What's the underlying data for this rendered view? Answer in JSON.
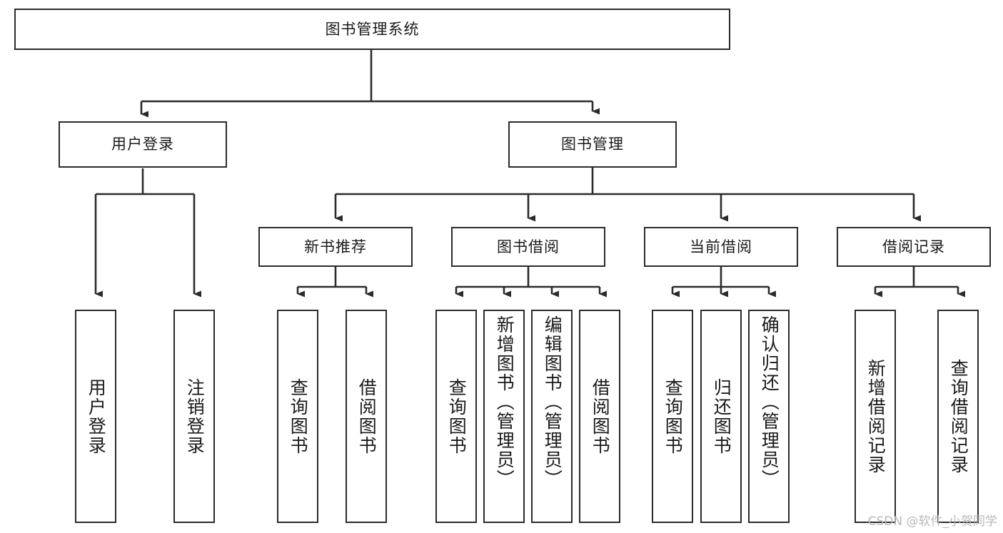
{
  "diagram": {
    "type": "tree",
    "title": "图书管理系统",
    "orientation": "top-down",
    "watermark": "CSDN @软件_小贺同学",
    "colors": {
      "stroke": "#2b2b2b",
      "fill": "#ffffff",
      "text": "#1a1a1a",
      "watermark": "#b9b9b9"
    },
    "nodes": {
      "root": {
        "label": "图书管理系统",
        "level": 1
      },
      "user_login": {
        "label": "用户登录",
        "level": 2
      },
      "book_manage": {
        "label": "图书管理",
        "level": 2
      },
      "new_book_rec": {
        "label": "新书推荐",
        "level": 3
      },
      "book_borrow": {
        "label": "图书借阅",
        "level": 3
      },
      "current_borrow": {
        "label": "当前借阅",
        "level": 3
      },
      "borrow_record": {
        "label": "借阅记录",
        "level": 3
      },
      "leaf_user_login": {
        "label": "用户登录",
        "level": 4
      },
      "leaf_logout": {
        "label": "注销登录",
        "level": 4
      },
      "leaf_query_book_1": {
        "label": "查询图书",
        "level": 4
      },
      "leaf_borrow_book_1": {
        "label": "借阅图书",
        "level": 4
      },
      "leaf_query_book_2": {
        "label": "查询图书",
        "level": 4
      },
      "leaf_add_book": {
        "label": "新增图书（管理员）",
        "level": 4
      },
      "leaf_edit_book": {
        "label": "编辑图书（管理员）",
        "level": 4
      },
      "leaf_borrow_book_2": {
        "label": "借阅图书",
        "level": 4
      },
      "leaf_query_book_3": {
        "label": "查询图书",
        "level": 4
      },
      "leaf_return_book": {
        "label": "归还图书",
        "level": 4
      },
      "leaf_confirm_return": {
        "label": "确认归还（管理员）",
        "level": 4
      },
      "leaf_add_record": {
        "label": "新增借阅记录",
        "level": 4
      },
      "leaf_query_record": {
        "label": "查询借阅记录",
        "level": 4
      }
    },
    "edges": [
      {
        "from": "root",
        "to": "user_login"
      },
      {
        "from": "root",
        "to": "book_manage"
      },
      {
        "from": "user_login",
        "to": "leaf_user_login"
      },
      {
        "from": "user_login",
        "to": "leaf_logout"
      },
      {
        "from": "book_manage",
        "to": "new_book_rec"
      },
      {
        "from": "book_manage",
        "to": "book_borrow"
      },
      {
        "from": "book_manage",
        "to": "current_borrow"
      },
      {
        "from": "book_manage",
        "to": "borrow_record"
      },
      {
        "from": "new_book_rec",
        "to": "leaf_query_book_1"
      },
      {
        "from": "new_book_rec",
        "to": "leaf_borrow_book_1"
      },
      {
        "from": "book_borrow",
        "to": "leaf_query_book_2"
      },
      {
        "from": "book_borrow",
        "to": "leaf_add_book"
      },
      {
        "from": "book_borrow",
        "to": "leaf_edit_book"
      },
      {
        "from": "book_borrow",
        "to": "leaf_borrow_book_2"
      },
      {
        "from": "current_borrow",
        "to": "leaf_query_book_3"
      },
      {
        "from": "current_borrow",
        "to": "leaf_return_book"
      },
      {
        "from": "current_borrow",
        "to": "leaf_confirm_return"
      },
      {
        "from": "borrow_record",
        "to": "leaf_add_record"
      },
      {
        "from": "borrow_record",
        "to": "leaf_query_record"
      }
    ]
  }
}
